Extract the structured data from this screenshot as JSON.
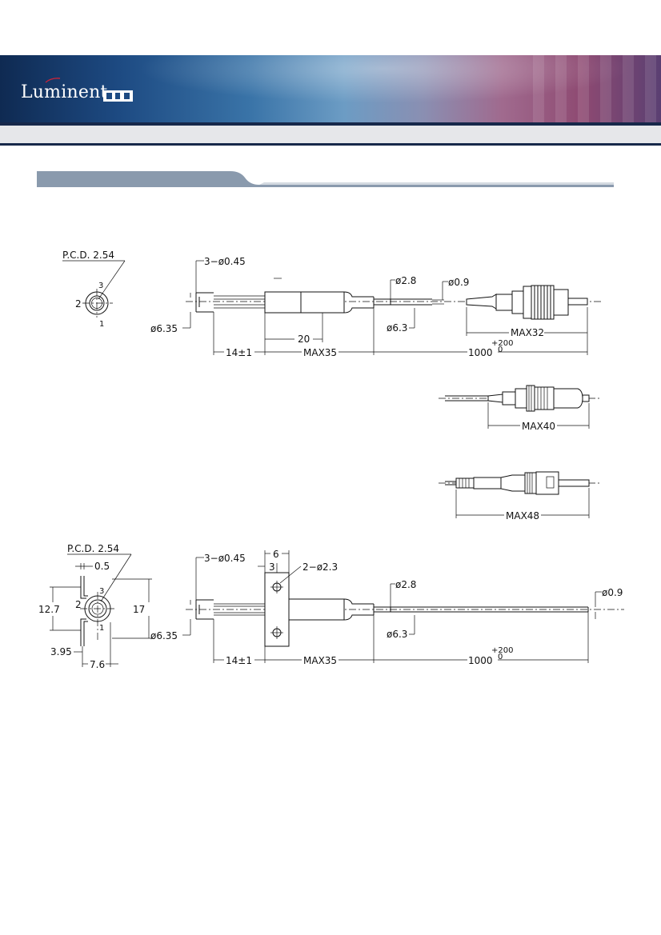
{
  "header": {
    "logo_text": "Luminent",
    "logo_mark_text": "OIC"
  },
  "diagram_a": {
    "pcd": "P.C.D. 2.54",
    "pin_1": "1",
    "pin_2": "2",
    "pin_3": "3",
    "leads": "3−ø0.45",
    "tube_dia": "ø2.8",
    "fiber_dia": "ø0.9",
    "body_dia": "ø6.35",
    "tail_dia": "ø6.3",
    "connector_len": "MAX32",
    "body_len": "20",
    "lead_len": "14±1",
    "housing_len": "MAX35",
    "fiber_len": "1000",
    "fiber_tol": "+200",
    "fiber_tol_low": "0"
  },
  "connector_b": {
    "len": "MAX40"
  },
  "connector_c": {
    "len": "MAX48"
  },
  "diagram_d": {
    "pcd": "P.C.D. 2.54",
    "pin_1": "1",
    "pin_2": "2",
    "pin_3": "3",
    "lead_width": "0.5",
    "height": "12.7",
    "flange": "17",
    "offset": "3.95",
    "width": "7.6",
    "leads": "3−ø0.45",
    "flange_w": "6",
    "flange_inner": "3",
    "holes": "2−ø2.3",
    "tube_dia": "ø2.8",
    "fiber_dia": "ø0.9",
    "body_dia": "ø6.35",
    "tail_dia": "ø6.3",
    "lead_len": "14±1",
    "housing_len": "MAX35",
    "fiber_len": "1000",
    "fiber_tol": "+200",
    "fiber_tol_low": "0"
  },
  "colors": {
    "banner_dark": "#0f2a52",
    "banner_mid": "#6c9cc4",
    "banner_accent": "#a06a8e",
    "section_bar": "#8a9aad",
    "rule": "#17284a"
  }
}
